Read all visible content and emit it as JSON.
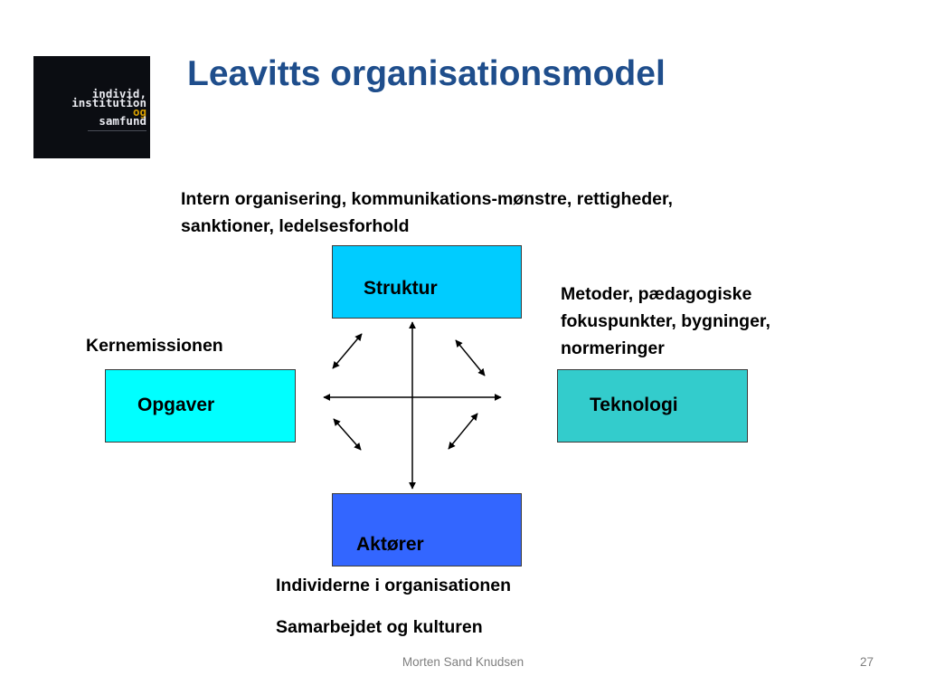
{
  "slide": {
    "title": "Leavitts organisationsmodel",
    "book_cover": {
      "title_lines": [
        "individ,",
        "institution",
        "og",
        "samfund"
      ],
      "colors": {
        "background": "#0b0d12",
        "title": "#e9eaf0",
        "accent": "#d9a000"
      }
    },
    "boxes": {
      "struktur": {
        "label": "Struktur",
        "fill": "#00ccff"
      },
      "opgaver": {
        "label": "Opgaver",
        "fill": "#00ffff"
      },
      "teknologi": {
        "label": "Teknologi",
        "fill": "#33cccc"
      },
      "aktoerer": {
        "label": "Aktører",
        "fill": "#3366ff"
      }
    },
    "annotations": {
      "struktur": [
        "Intern organisering, kommunikations-mønstre, rettigheder,",
        "sanktioner, ledelsesforhold"
      ],
      "opgaver": "Kernemissionen",
      "teknologi": [
        "Metoder, pædagogiske",
        "fokuspunkter, bygninger,",
        "normeringer"
      ],
      "aktoerer": [
        "Individerne i organisationen",
        "Samarbejdet og kulturen"
      ]
    },
    "footer": {
      "author": "Morten Sand Knudsen",
      "page_number": "27"
    },
    "colors": {
      "title": "#1f4e8c",
      "footer_text": "#7f7f7f",
      "arrows": "#000000"
    }
  }
}
